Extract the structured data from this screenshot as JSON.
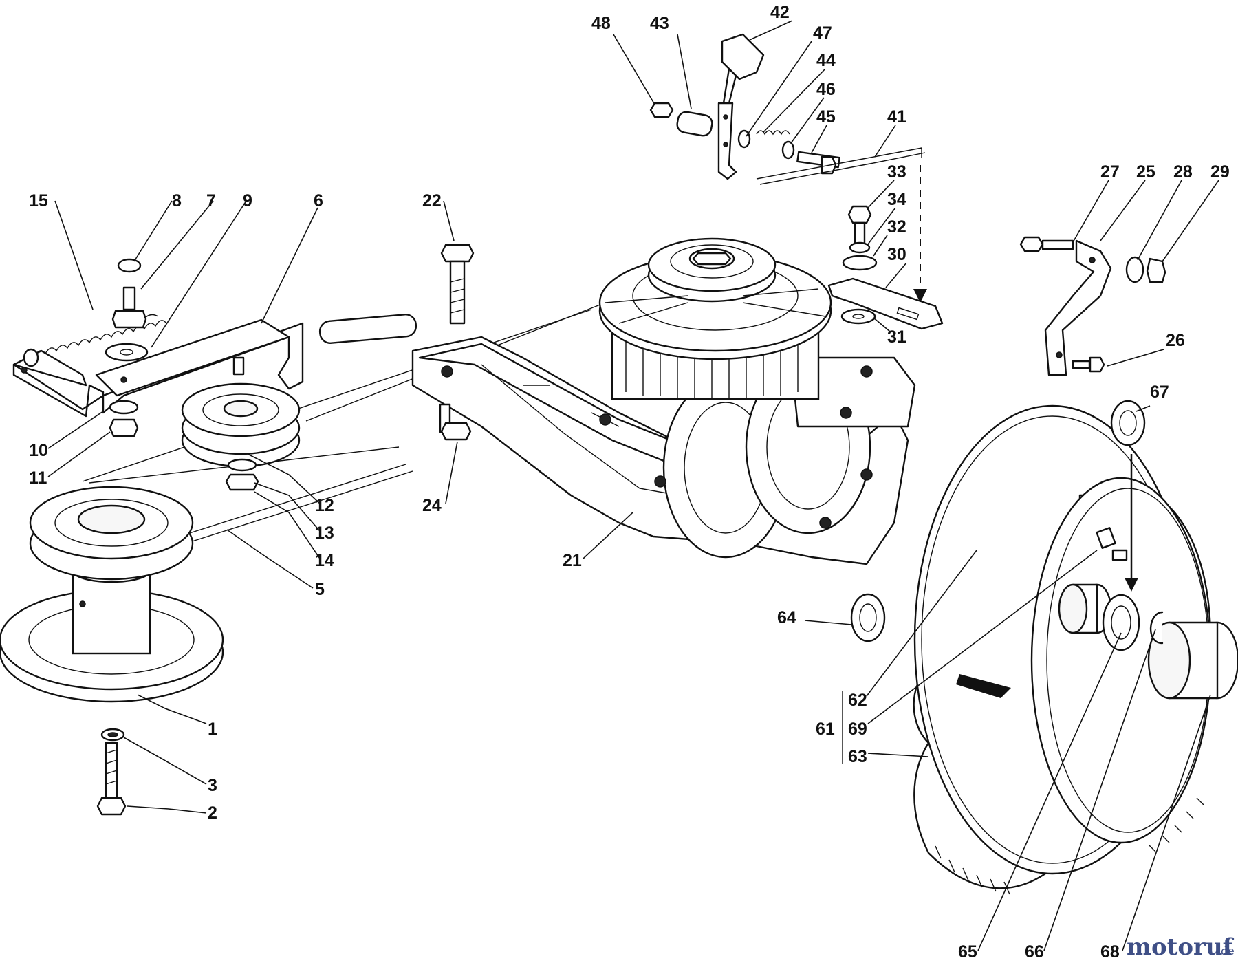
{
  "labels": {
    "l1": "1",
    "l2": "2",
    "l3": "3",
    "l5": "5",
    "l6": "6",
    "l7": "7",
    "l8": "8",
    "l9": "9",
    "l10": "10",
    "l11": "11",
    "l12": "12",
    "l13": "13",
    "l14": "14",
    "l15": "15",
    "l21": "21",
    "l22": "22",
    "l24": "24",
    "l25": "25",
    "l26": "26",
    "l27": "27",
    "l28": "28",
    "l29": "29",
    "l30": "30",
    "l31": "31",
    "l32": "32",
    "l33": "33",
    "l34": "34",
    "l41": "41",
    "l42": "42",
    "l43": "43",
    "l44": "44",
    "l45": "45",
    "l46": "46",
    "l47": "47",
    "l48": "48",
    "l61": "61",
    "l62": "62",
    "l63": "63",
    "l64": "64",
    "l65": "65",
    "l66": "66",
    "l67": "67",
    "l68": "68",
    "l69": "69"
  },
  "watermark": {
    "main": "motoruf",
    "suffix": ".de"
  }
}
